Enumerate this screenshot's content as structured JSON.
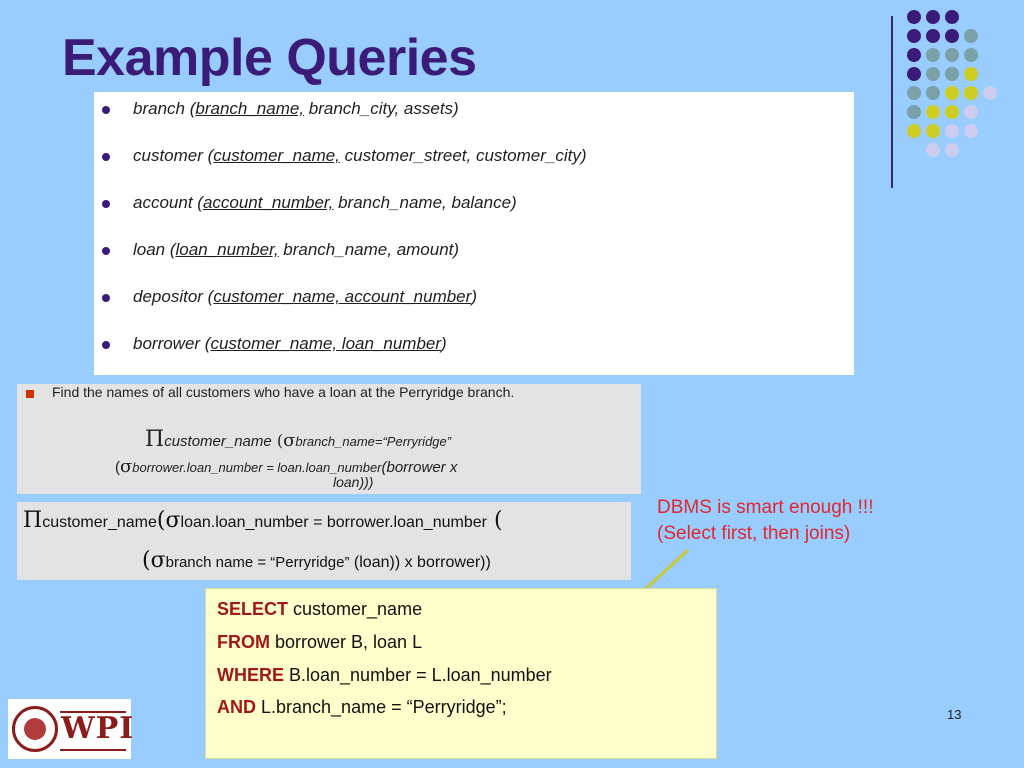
{
  "slide": {
    "title": "Example Queries",
    "page_number": "13",
    "colors": {
      "background": "#99ccff",
      "title": "#3a1c78",
      "note": "#e0282d",
      "sql_keyword": "#a01818",
      "sql_box": "#ffffcc"
    }
  },
  "schema": [
    {
      "name": "branch (",
      "key": "branch_name,",
      "rest": " branch_city, assets)"
    },
    {
      "name": "customer (",
      "key": "customer_name,",
      "rest": " customer_street, customer_city)"
    },
    {
      "name": "account (",
      "key": "account_number,",
      "rest": " branch_name, balance)"
    },
    {
      "name": "loan (",
      "key": "loan_number,",
      "rest": " branch_name, amount)"
    },
    {
      "name": "depositor (",
      "key": "customer_name, account_number",
      "rest": ")"
    },
    {
      "name": "borrower (",
      "key": "customer_name, loan_number",
      "rest": ")"
    }
  ],
  "query_box": {
    "question": "Find the names of all customers who have a loan at the Perryridge branch.",
    "pi": "Π",
    "sigma": "σ",
    "pi_sub": "customer_name",
    "open1": " (",
    "sigma_sub": "branch_name=“Perryridge”",
    "open2": "(",
    "sigma2_sub": "borrower.loan_number = loan.loan_number",
    "tail": "(borrower x",
    "tail2": "loan)))"
  },
  "ra_box": {
    "pi": "Π",
    "sigma": "σ",
    "line1_a": "customer_name",
    "line1_b": "(",
    "line1_c": "loan.loan_number = borrower.loan_number",
    "line1_d": " (",
    "line2_a": "(",
    "line2_b": "branch  name = “Perryridge”",
    "line2_c": " (loan)) x  borrower))"
  },
  "note": {
    "line1": "DBMS is smart enough !!!",
    "line2": "(Select first, then joins)"
  },
  "sql": [
    {
      "keyword": "SELECT",
      "rest": " customer_name"
    },
    {
      "keyword": "FROM",
      "rest": " borrower B, loan L"
    },
    {
      "keyword": "WHERE",
      "rest": " B.loan_number = L.loan_number"
    },
    {
      "keyword": "AND",
      "rest": " L.branch_name = “Perryridge”;"
    }
  ],
  "logo": {
    "text": "WPI",
    "icon": "wpi-seal-icon"
  },
  "decoration": {
    "dot_colors": {
      "purple": "#3a1c78",
      "teal": "#7aa0a8",
      "yellow": "#cccc22",
      "lavender": "#ccccee"
    },
    "dot_rows": [
      [
        "purple",
        "purple",
        "purple"
      ],
      [
        "purple",
        "purple",
        "purple",
        "teal"
      ],
      [
        "purple",
        "teal",
        "teal",
        "teal"
      ],
      [
        "purple",
        "teal",
        "teal",
        "yellow"
      ],
      [
        "teal",
        "teal",
        "yellow",
        "yellow",
        "lavender"
      ],
      [
        "teal",
        "yellow",
        "yellow",
        "lavender"
      ],
      [
        "yellow",
        "yellow",
        "lavender",
        "lavender"
      ],
      [
        "lavender",
        "lavender"
      ]
    ]
  }
}
